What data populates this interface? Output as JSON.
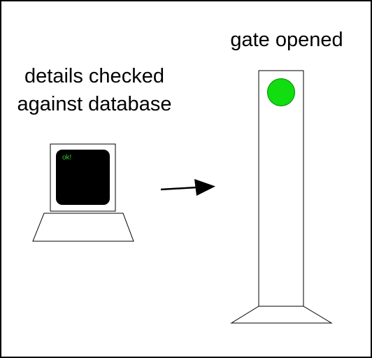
{
  "left_caption": {
    "line1": "details checked",
    "line2": "against database"
  },
  "right_caption": "gate opened",
  "computer": {
    "screen_text": "ok!",
    "screen_text_color": "#33cc33",
    "screen_color": "#000000"
  },
  "gate": {
    "light_color": "#11dd11",
    "light_stroke": "#008800"
  },
  "colors": {
    "background": "#ffffff",
    "stroke": "#000000"
  }
}
